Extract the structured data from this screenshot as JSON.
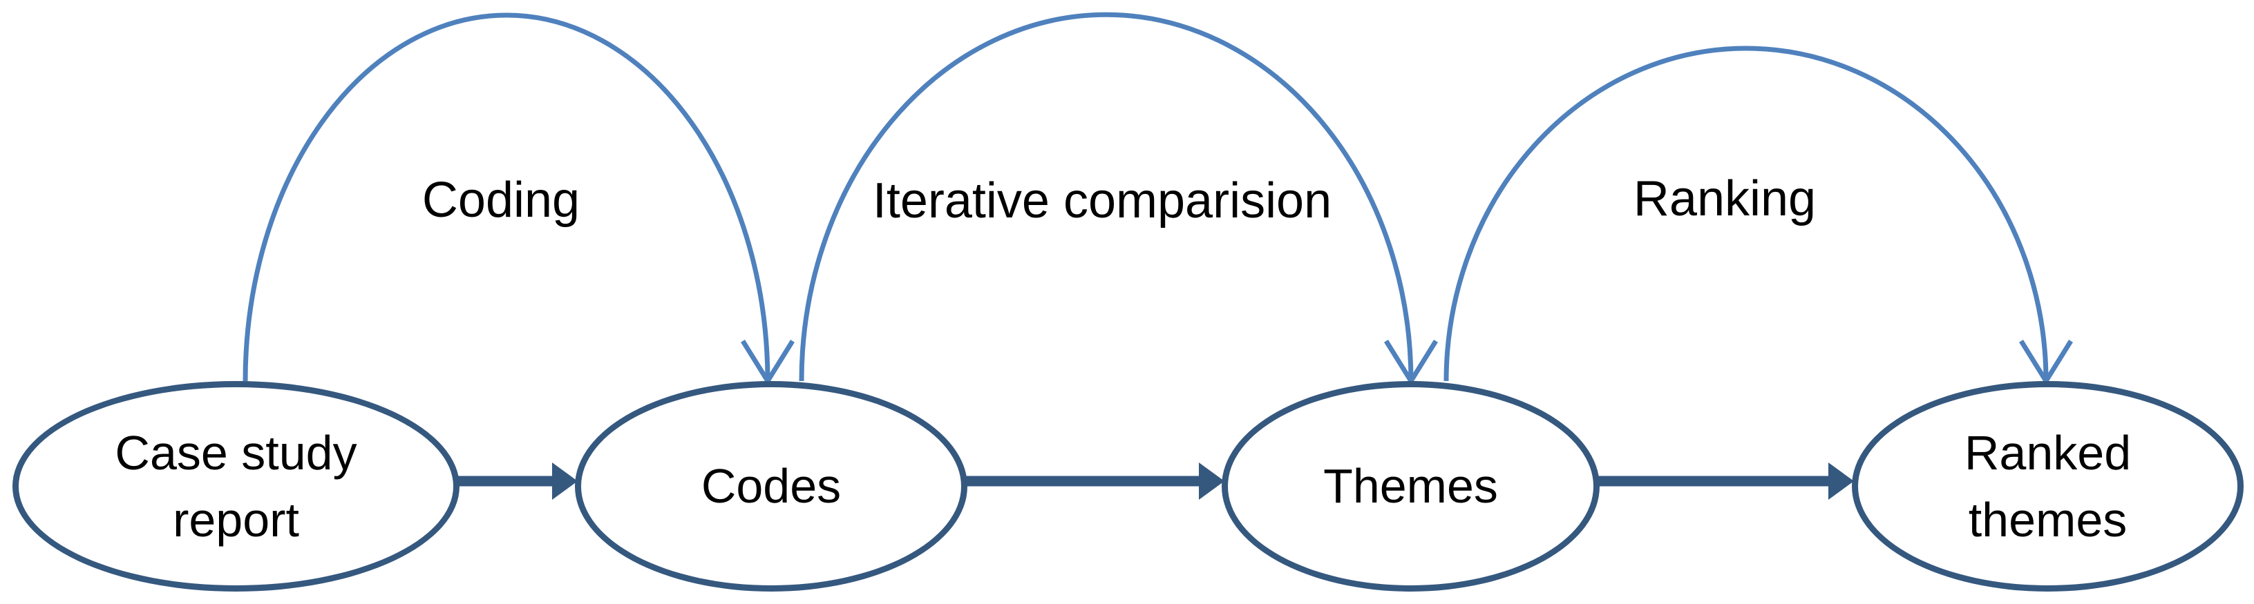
{
  "diagram": {
    "type": "process-flow",
    "nodes": {
      "case_study_report": {
        "line1": "Case study",
        "line2": "report"
      },
      "codes": {
        "line1": "Codes"
      },
      "themes": {
        "line1": "Themes"
      },
      "ranked_themes": {
        "line1": "Ranked",
        "line2": "themes"
      }
    },
    "process_labels": {
      "coding": {
        "line1": "Coding"
      },
      "iterative_comparision": {
        "line1": "Iterative",
        "line2": "comparision"
      },
      "ranking": {
        "line1": "Ranking"
      }
    },
    "flow": [
      "Case study report",
      "Codes",
      "Themes",
      "Ranked themes"
    ],
    "colors": {
      "node_border": "#35587f",
      "flow_arrow": "#35587f",
      "curve_arrow": "#4f81bd",
      "label_text": "#000000",
      "background": "#ffffff"
    }
  }
}
